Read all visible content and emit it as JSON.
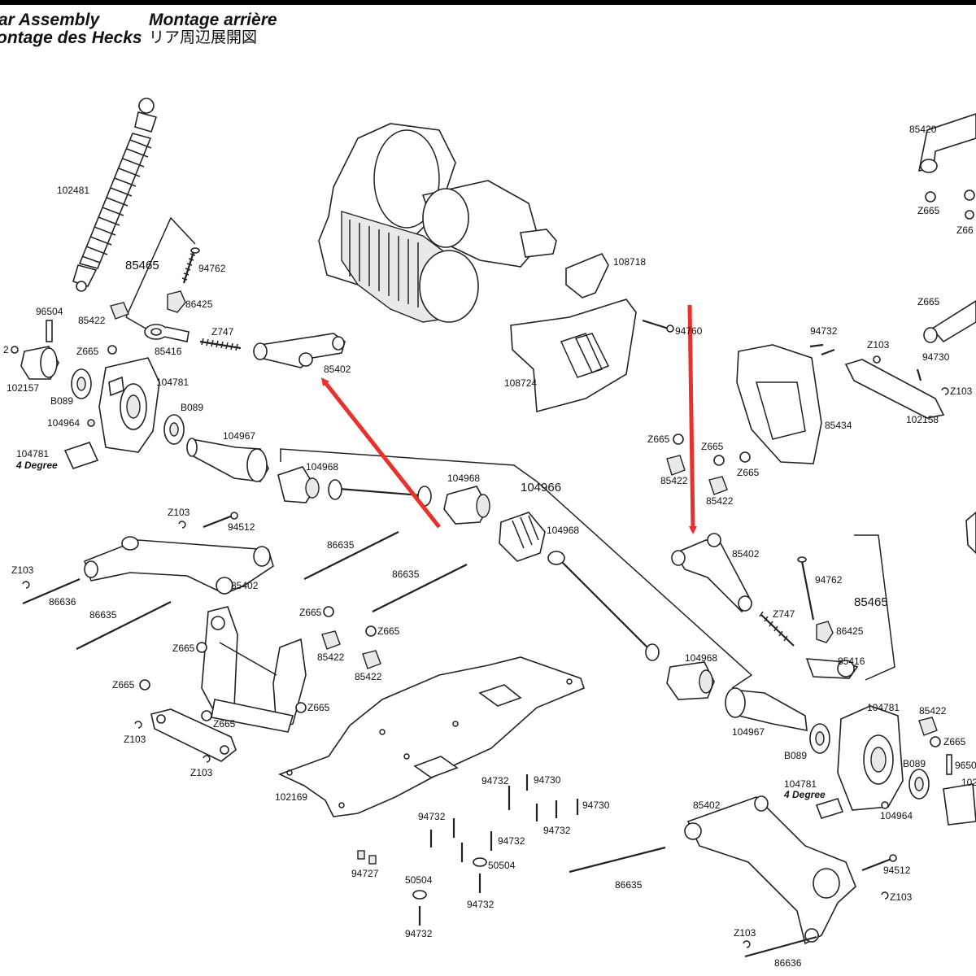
{
  "header": {
    "title_en": "ar Assembly",
    "title_de": "ontage des Hecks",
    "title_fr": "Montage arrière",
    "title_jp": "リア周辺展開図"
  },
  "labels": {
    "p102481": "102481",
    "p85465_l": "85465",
    "p94762_l": "94762",
    "p86425_l": "86425",
    "p96504": "96504",
    "p85422_a": "85422",
    "pZ665_a": "Z665",
    "p85416_l": "85416",
    "pZ747_l": "Z747",
    "p85402_a": "85402",
    "p2_cut": "2",
    "p102157": "102157",
    "p104781_a": "104781",
    "pB089_a": "B089",
    "pB089_b": "B089",
    "p104964_a": "104964",
    "p104967_a": "104967",
    "p104781_b": "104781",
    "p4deg_a": "4 Degree",
    "p104968_a": "104968",
    "p104968_b": "104968",
    "p104966": "104966",
    "p104968_c": "104968",
    "p104968_d": "104968",
    "pZ103_a": "Z103",
    "p94512_a": "94512",
    "p86635_a": "86635",
    "p86635_b": "86635",
    "pZ103_b": "Z103",
    "p86636_a": "86636",
    "p85402_b": "85402",
    "p86635_c": "86635",
    "pZ665_b": "Z665",
    "pZ665_c": "Z665",
    "pZ665_d": "Z665",
    "p85422_b": "85422",
    "p85422_c": "85422",
    "pZ665_e": "Z665",
    "pZ665_f": "Z665",
    "pZ665_g": "Z665",
    "pZ103_c": "Z103",
    "pZ103_d": "Z103",
    "p102169": "102169",
    "p94732_a": "94732",
    "p94730_a": "94730",
    "p94730_b": "94730",
    "p94732_b": "94732",
    "p94732_c": "94732",
    "p94732_d": "94732",
    "p50504_a": "50504",
    "p94727": "94727",
    "p50504_b": "50504",
    "p94732_e": "94732",
    "p94732_f": "94732",
    "p108718": "108718",
    "p94760": "94760",
    "p108724": "108724",
    "p85420": "85420",
    "pZ665_h": "Z665",
    "pZ66_cut": "Z66",
    "pZ665_i": "Z665",
    "p94732_g": "94732",
    "pZ103_e": "Z103",
    "p94730_c": "94730",
    "pZ103_cut": "Z103",
    "p85434": "85434",
    "p102158": "102158",
    "pZ665_j": "Z665",
    "pZ665_k": "Z665",
    "pZ665_l": "Z665",
    "p85422_d": "85422",
    "p85422_e": "85422",
    "p85402_c": "85402",
    "p94762_r": "94762",
    "p85465_r": "85465",
    "pZ747_r": "Z747",
    "p86425_r": "86425",
    "p85416_r": "85416",
    "p104781_c": "104781",
    "p85422_f": "85422",
    "pZ665_m": "Z665",
    "p104967_b": "104967",
    "pB089_c": "B089",
    "pB089_d": "B089",
    "p9650_cut": "9650",
    "p102_cut": "102",
    "p104781_d": "104781",
    "p4deg_b": "4 Degree",
    "p104964_b": "104964",
    "p85402_d": "85402",
    "p86635_d": "86635",
    "p94512_b": "94512",
    "pZ103_f": "Z103",
    "pZ103_g": "Z103",
    "p86636_b": "86636"
  },
  "colors": {
    "arrow": "#e8312a",
    "ink": "#222222"
  }
}
